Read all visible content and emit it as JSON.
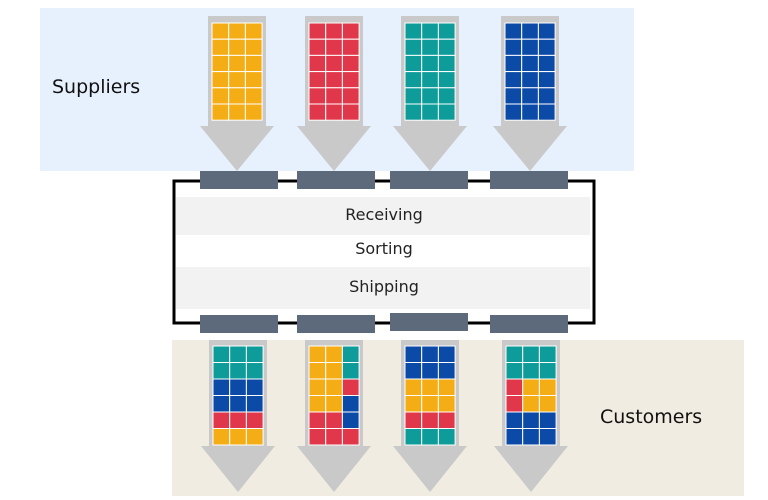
{
  "zones": {
    "suppliers_label": "Suppliers",
    "customers_label": "Customers"
  },
  "stages": [
    "Receiving",
    "Sorting",
    "Shipping"
  ],
  "colors": {
    "orange": "#f5ad15",
    "red": "#e0384a",
    "teal": "#0e9c9a",
    "blue": "#0c4aa8",
    "suppliers_bg": "#e7f0fd",
    "customers_bg": "#f1ece1",
    "arrow": "#c9c9c9",
    "dock": "#5c6a7c",
    "band": "#f2f2f2"
  },
  "inbound": [
    {
      "color": "orange"
    },
    {
      "color": "red"
    },
    {
      "color": "teal"
    },
    {
      "color": "blue"
    }
  ],
  "outbound": [
    {
      "rows": [
        [
          "teal",
          "teal",
          "teal"
        ],
        [
          "teal",
          "teal",
          "teal"
        ],
        [
          "blue",
          "blue",
          "blue"
        ],
        [
          "blue",
          "blue",
          "blue"
        ],
        [
          "red",
          "red",
          "red"
        ],
        [
          "orange",
          "orange",
          "orange"
        ]
      ]
    },
    {
      "rows": [
        [
          "orange",
          "orange",
          "teal"
        ],
        [
          "orange",
          "orange",
          "teal"
        ],
        [
          "orange",
          "orange",
          "red"
        ],
        [
          "orange",
          "orange",
          "blue"
        ],
        [
          "red",
          "red",
          "blue"
        ],
        [
          "red",
          "red",
          "red"
        ]
      ]
    },
    {
      "rows": [
        [
          "blue",
          "blue",
          "blue"
        ],
        [
          "blue",
          "blue",
          "blue"
        ],
        [
          "orange",
          "orange",
          "orange"
        ],
        [
          "orange",
          "orange",
          "orange"
        ],
        [
          "red",
          "red",
          "red"
        ],
        [
          "teal",
          "teal",
          "teal"
        ]
      ]
    },
    {
      "rows": [
        [
          "teal",
          "teal",
          "teal"
        ],
        [
          "teal",
          "teal",
          "teal"
        ],
        [
          "red",
          "orange",
          "orange"
        ],
        [
          "red",
          "orange",
          "orange"
        ],
        [
          "blue",
          "blue",
          "blue"
        ],
        [
          "blue",
          "blue",
          "blue"
        ]
      ]
    }
  ]
}
